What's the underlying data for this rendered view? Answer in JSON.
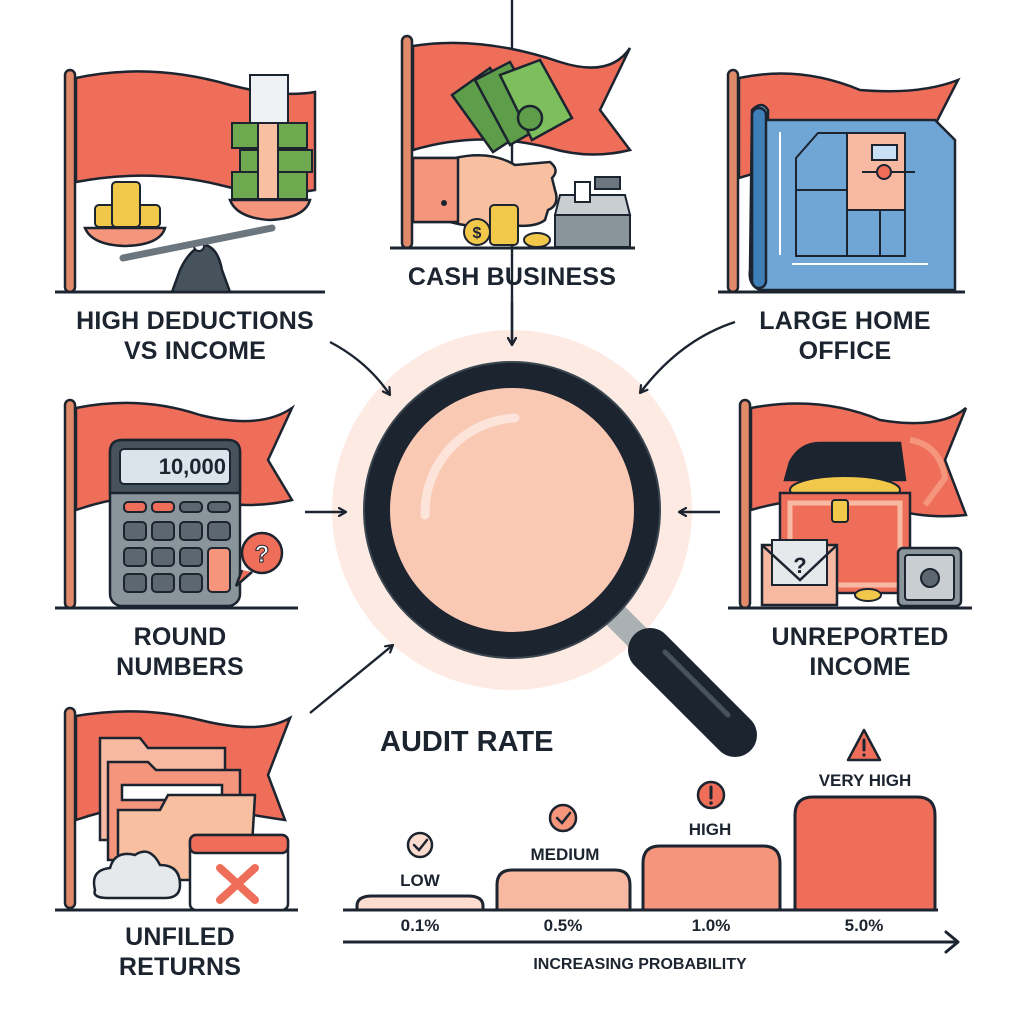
{
  "title": "AUDIT RATE",
  "center_icon": "magnifying-glass-icon",
  "colors": {
    "flag": "#EE6E5A",
    "flag_pole": "#E08A6A",
    "outline": "#1C2430",
    "glow": "#FDEAE3",
    "lens": "#F9C9B4",
    "blueprint": "#6FA6D6",
    "cash_green": "#5E9E4A",
    "coin_gold": "#F2C84B",
    "bar_low": "#FBDCCF",
    "bar_medium": "#F8B9A3",
    "bar_high": "#F4957C",
    "bar_very_high": "#EE6E5A"
  },
  "factors": [
    {
      "id": "high-deductions",
      "label_line1": "HIGH DEDUCTIONS",
      "label_line2": "VS INCOME",
      "icon": "balance-scale-icon"
    },
    {
      "id": "cash-business",
      "label_line1": "CASH BUSINESS",
      "label_line2": "",
      "icon": "cash-in-hand-icon"
    },
    {
      "id": "large-home-office",
      "label_line1": "LARGE HOME",
      "label_line2": "OFFICE",
      "icon": "blueprint-office-icon"
    },
    {
      "id": "round-numbers",
      "label_line1": "ROUND",
      "label_line2": "NUMBERS",
      "icon": "calculator-icon",
      "display_value": "10,000"
    },
    {
      "id": "unreported-income",
      "label_line1": "UNREPORTED",
      "label_line2": "INCOME",
      "icon": "treasure-chest-icon"
    },
    {
      "id": "unfiled-returns",
      "label_line1": "UNFILED",
      "label_line2": "RETURNS",
      "icon": "folders-calendar-icon"
    }
  ],
  "chart": {
    "axis_label": "INCREASING PROBABILITY",
    "levels": [
      {
        "label": "LOW",
        "value": "0.1%",
        "icon": "check-circle-icon"
      },
      {
        "label": "MEDIUM",
        "value": "0.5%",
        "icon": "check-circle-icon"
      },
      {
        "label": "HIGH",
        "value": "1.0%",
        "icon": "exclamation-circle-icon"
      },
      {
        "label": "VERY HIGH",
        "value": "5.0%",
        "icon": "warning-triangle-icon"
      }
    ]
  },
  "chart_data": {
    "type": "bar",
    "title": "AUDIT RATE",
    "categories": [
      "LOW",
      "MEDIUM",
      "HIGH",
      "VERY HIGH"
    ],
    "values": [
      0.1,
      0.5,
      1.0,
      5.0
    ],
    "value_labels": [
      "0.1%",
      "0.5%",
      "1.0%",
      "5.0%"
    ],
    "xlabel": "INCREASING PROBABILITY",
    "ylabel": "",
    "grid": false,
    "legend": "none"
  }
}
